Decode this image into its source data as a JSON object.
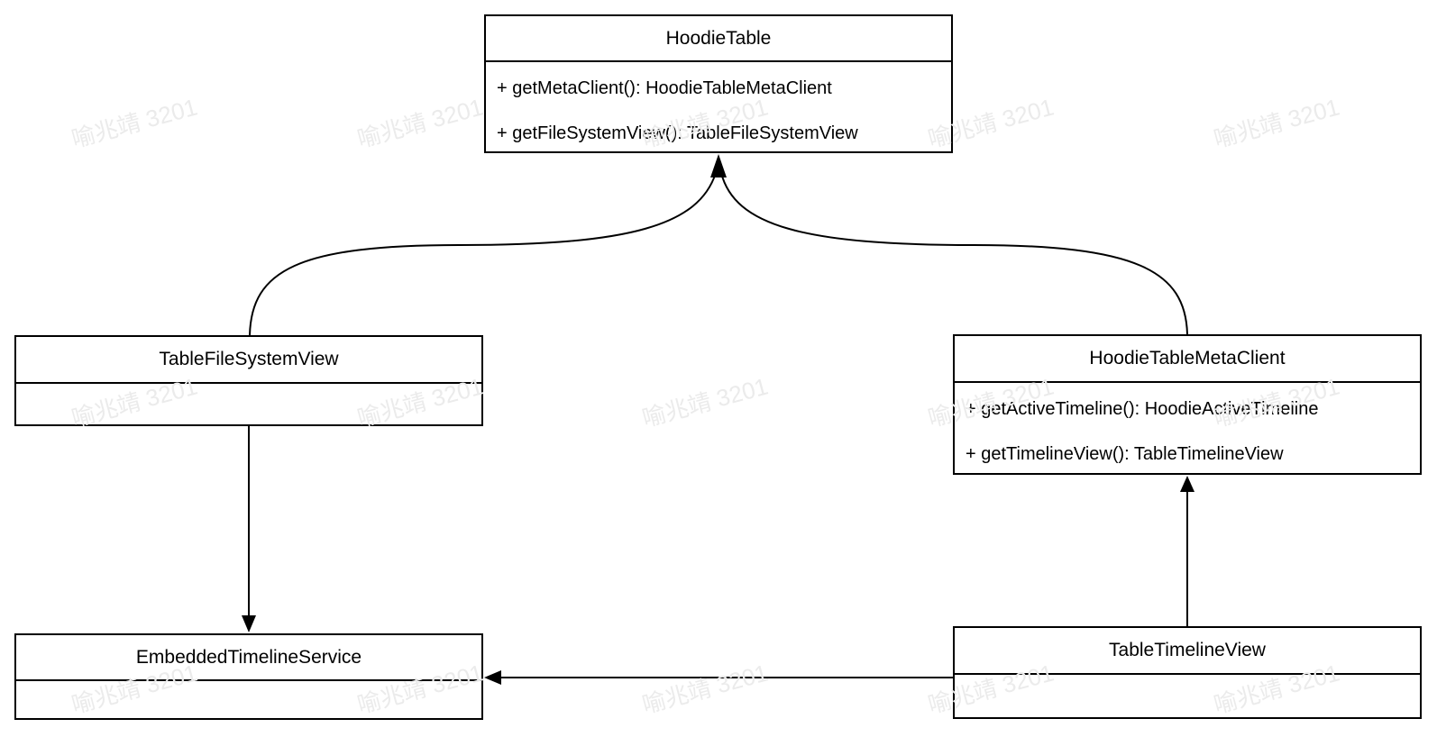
{
  "diagram": {
    "type": "uml-class-diagram",
    "classes": [
      {
        "name": "HoodieTable",
        "methods": [
          "+ getMetaClient(): HoodieTableMetaClient",
          "+ getFileSystemView(): TableFileSystemView"
        ]
      },
      {
        "name": "TableFileSystemView",
        "methods": []
      },
      {
        "name": "HoodieTableMetaClient",
        "methods": [
          "+ getActiveTimeline(): HoodieActiveTimeline",
          "+ getTimelineView(): TableTimelineView"
        ]
      },
      {
        "name": "EmbeddedTimelineService",
        "methods": []
      },
      {
        "name": "TableTimelineView",
        "methods": []
      }
    ],
    "relations": [
      {
        "from": "TableFileSystemView",
        "to": "HoodieTable",
        "style": "curved",
        "arrowhead": "solid-triangle"
      },
      {
        "from": "HoodieTableMetaClient",
        "to": "HoodieTable",
        "style": "curved",
        "arrowhead": "solid-triangle"
      },
      {
        "from": "TableFileSystemView",
        "to": "EmbeddedTimelineService",
        "style": "straight-vertical",
        "arrowhead": "solid-triangle"
      },
      {
        "from": "TableTimelineView",
        "to": "HoodieTableMetaClient",
        "style": "straight-vertical",
        "arrowhead": "solid-triangle"
      },
      {
        "from": "TableTimelineView",
        "to": "EmbeddedTimelineService",
        "style": "straight-horizontal",
        "arrowhead": "solid-triangle"
      }
    ]
  },
  "watermark": {
    "text": "喻兆靖 3201",
    "color": "#ebebeb"
  },
  "colors": {
    "background": "#ffffff",
    "line": "#000000",
    "text": "#000000"
  }
}
